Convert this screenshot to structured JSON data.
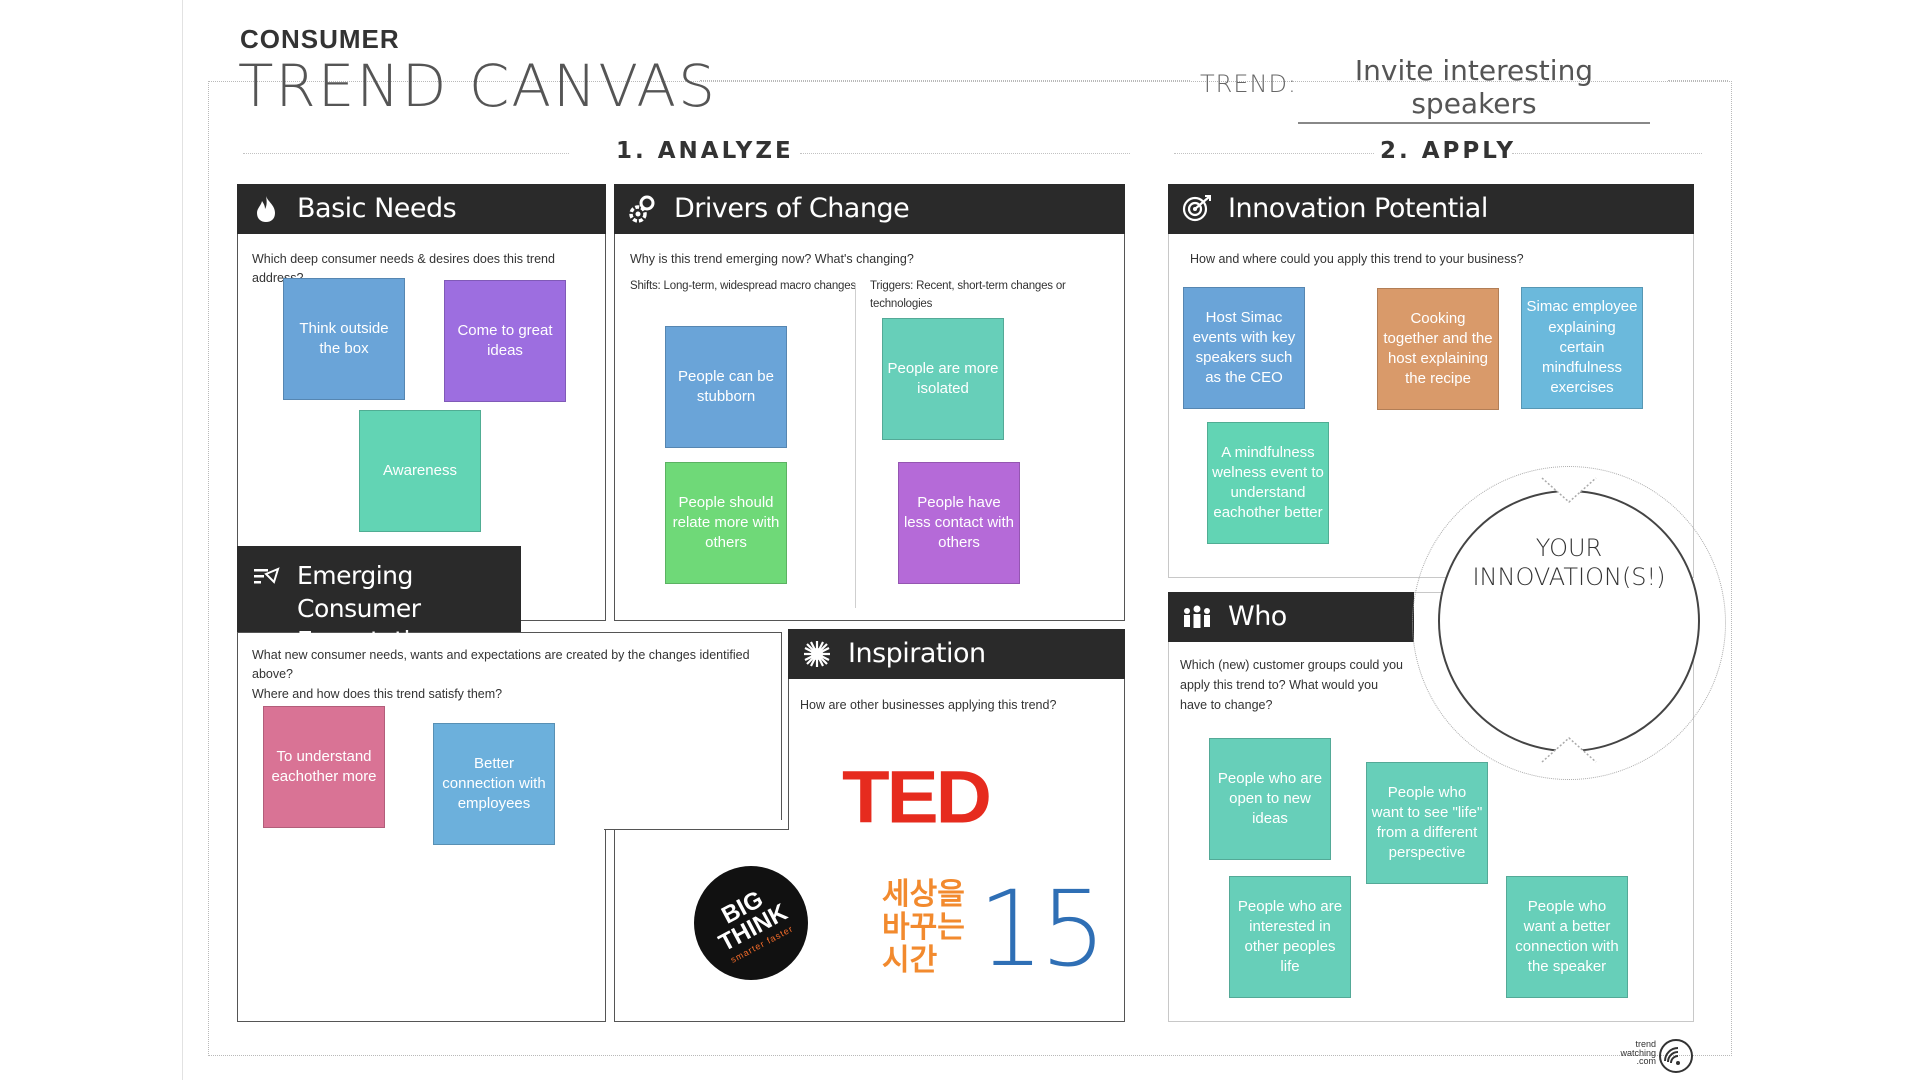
{
  "canvas": {
    "title_small": "CONSUMER",
    "title_big": "TREND CANVAS",
    "trend_label": "TREND:",
    "trend_value": "Invite interesting speakers",
    "innovation_text_line1": "YOUR",
    "innovation_text_line2": "INNOVATION(S!)"
  },
  "sections": {
    "analyze": "1. ANALYZE",
    "apply": "2. APPLY"
  },
  "basic_needs": {
    "title": "Basic Needs",
    "icon": "flame-icon",
    "question": "Which deep consumer needs & desires does this trend address?",
    "notes": [
      "Think outside the box",
      "Come to great ideas",
      "Awareness"
    ]
  },
  "drivers": {
    "title": "Drivers of Change",
    "icon": "gears-icon",
    "question": "Why is this trend emerging now? What's changing?",
    "shifts_label": "Shifts: Long-term, widespread macro changes",
    "triggers_label": "Triggers: Recent, short-term changes or technologies",
    "shifts_notes": [
      "People can be stubborn",
      "People should relate more with others"
    ],
    "triggers_notes": [
      "People are more isolated",
      "People have less contact with others"
    ]
  },
  "emerging": {
    "title_line1": "Emerging Consumer",
    "title_line2": "Expectations",
    "icon": "speed-lines-icon",
    "question_line1": "What new consumer needs, wants and expectations are created by the changes identified above?",
    "question_line2": "Where and how does this trend satisfy them?",
    "notes": [
      "To understand eachother more",
      "Better connection with employees"
    ]
  },
  "inspiration": {
    "title": "Inspiration",
    "icon": "starburst-icon",
    "question": "How are other businesses applying this trend?",
    "logos": {
      "ted": "TED",
      "bigthink_line1": "BIG",
      "bigthink_line2": "THINK",
      "bigthink_tagline": "smarter faster",
      "korean": "세상을\n바꾸는\n시간",
      "korean_number": "15"
    }
  },
  "innovation": {
    "title": "Innovation Potential",
    "icon": "target-icon",
    "question": "How and where could you apply this trend to your business?",
    "notes": [
      "Host Simac events with key speakers such as the CEO",
      "Cooking together and the host explaining the recipe",
      "Simac employee explaining certain mindfulness exercises",
      "A mindfulness welness event to understand eachother better"
    ]
  },
  "who": {
    "title": "Who",
    "icon": "people-icon",
    "question": "Which (new) customer groups could you apply this trend to? What would you have to change?",
    "notes": [
      "People who are open to new ideas",
      "People who want to see \"life\" from a different perspective",
      "People who are interested in other peoples life",
      "People who want a better connection with the speaker"
    ]
  },
  "brand": {
    "line1": "trend",
    "line2": "watching",
    "line3": ".com"
  },
  "colors": {
    "header_bg": "#2a2a2a",
    "ted_red": "#e62b1e",
    "accent_orange": "#f28a2e",
    "accent_blue": "#2f6fb5"
  }
}
